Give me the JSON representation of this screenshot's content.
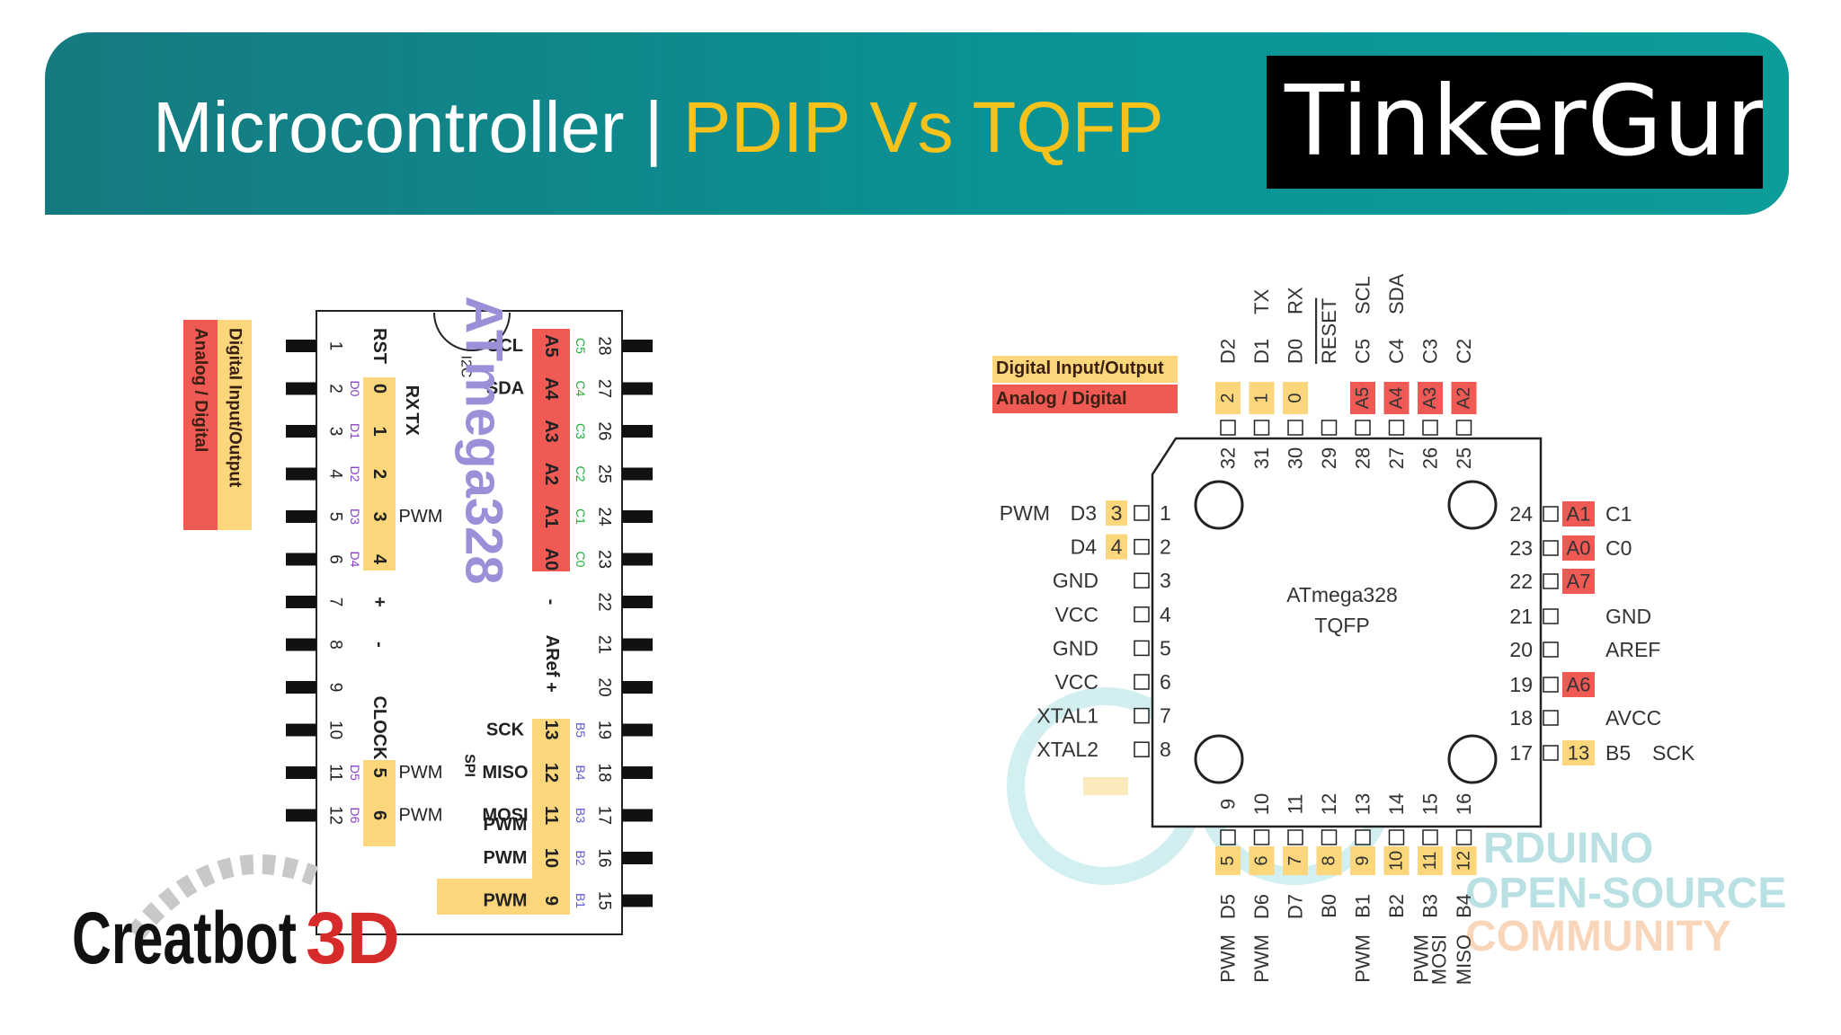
{
  "slide": {
    "title_main": "Microcontroller | ",
    "title_highlight": "PDIP Vs TQFP",
    "brand": "TinkerGuru"
  },
  "colors": {
    "banner_teal": "#0a9496",
    "title_yellow": "#f6c21b",
    "digital_orange": "#fbd67a",
    "analog_red": "#ef5a55",
    "chip_label_purple": "#9b8fd8"
  },
  "pdip": {
    "chip_name": "ATmega328",
    "legend": [
      "Digital Input/Output",
      "Analog / Digital"
    ],
    "left_pins": [
      {
        "num": "1",
        "port": "",
        "fn": "RST",
        "extra": ""
      },
      {
        "num": "2",
        "port": "D0",
        "fn": "0",
        "extra": "RX"
      },
      {
        "num": "3",
        "port": "D1",
        "fn": "1",
        "extra": "TX"
      },
      {
        "num": "4",
        "port": "D2",
        "fn": "2",
        "extra": ""
      },
      {
        "num": "5",
        "port": "D3",
        "fn": "3",
        "extra": "PWM"
      },
      {
        "num": "6",
        "port": "D4",
        "fn": "4",
        "extra": ""
      },
      {
        "num": "7",
        "port": "",
        "fn": "+",
        "extra": ""
      },
      {
        "num": "8",
        "port": "",
        "fn": "-",
        "extra": ""
      },
      {
        "num": "9",
        "port": "",
        "fn": "",
        "extra": ""
      },
      {
        "num": "10",
        "port": "",
        "fn": "",
        "extra": ""
      },
      {
        "num": "11",
        "port": "D5",
        "fn": "5",
        "extra": "PWM"
      },
      {
        "num": "12",
        "port": "D6",
        "fn": "6",
        "extra": "PWM"
      }
    ],
    "clock_label": "CLOCK",
    "right_pins": [
      {
        "num": "28",
        "port": "C5",
        "fn": "A5",
        "extra": "SCL"
      },
      {
        "num": "27",
        "port": "C4",
        "fn": "A4",
        "extra": "SDA"
      },
      {
        "num": "26",
        "port": "C3",
        "fn": "A3",
        "extra": ""
      },
      {
        "num": "25",
        "port": "C2",
        "fn": "A2",
        "extra": ""
      },
      {
        "num": "24",
        "port": "C1",
        "fn": "A1",
        "extra": ""
      },
      {
        "num": "23",
        "port": "C0",
        "fn": "A0",
        "extra": ""
      },
      {
        "num": "22",
        "port": "",
        "fn": "-",
        "extra": ""
      },
      {
        "num": "21",
        "port": "",
        "fn": "",
        "extra": ""
      },
      {
        "num": "20",
        "port": "",
        "fn": "+",
        "extra": ""
      },
      {
        "num": "19",
        "port": "B5",
        "fn": "13",
        "extra": "SCK"
      },
      {
        "num": "18",
        "port": "B4",
        "fn": "12",
        "extra": "MISO"
      },
      {
        "num": "17",
        "port": "B3",
        "fn": "11",
        "extra": "MOSI"
      },
      {
        "num": "16",
        "port": "B2",
        "fn": "10",
        "extra": "PWM"
      },
      {
        "num": "15",
        "port": "B1",
        "fn": "9",
        "extra": "PWM"
      }
    ],
    "aref_label": "ARef",
    "i2c_label": "I2C",
    "spi_label": "SPI",
    "mosi_pwm_label": "PWM",
    "creator_logo": "Creatbot3D"
  },
  "tqfp": {
    "chip_name": "ATmega328",
    "package": "TQFP",
    "legend": [
      "Digital Input/Output",
      "Analog / Digital"
    ],
    "left_pins": [
      {
        "num": "1",
        "name": "D3",
        "tag": "3",
        "extra": "PWM"
      },
      {
        "num": "2",
        "name": "D4",
        "tag": "4",
        "extra": ""
      },
      {
        "num": "3",
        "name": "GND",
        "tag": "",
        "extra": ""
      },
      {
        "num": "4",
        "name": "VCC",
        "tag": "",
        "extra": ""
      },
      {
        "num": "5",
        "name": "GND",
        "tag": "",
        "extra": ""
      },
      {
        "num": "6",
        "name": "VCC",
        "tag": "",
        "extra": ""
      },
      {
        "num": "7",
        "name": "XTAL1",
        "tag": "",
        "extra": ""
      },
      {
        "num": "8",
        "name": "XTAL2",
        "tag": "",
        "extra": ""
      }
    ],
    "right_pins": [
      {
        "num": "24",
        "tag": "A1",
        "name": "C1",
        "extra": ""
      },
      {
        "num": "23",
        "tag": "A0",
        "name": "C0",
        "extra": ""
      },
      {
        "num": "22",
        "tag": "A7",
        "name": "",
        "extra": ""
      },
      {
        "num": "21",
        "tag": "",
        "name": "GND",
        "extra": ""
      },
      {
        "num": "20",
        "tag": "",
        "name": "AREF",
        "extra": ""
      },
      {
        "num": "19",
        "tag": "A6",
        "name": "",
        "extra": ""
      },
      {
        "num": "18",
        "tag": "",
        "name": "AVCC",
        "extra": ""
      },
      {
        "num": "17",
        "tag": "13",
        "name": "B5",
        "extra": "SCK"
      }
    ],
    "top_pins": [
      {
        "num": "32",
        "tag": "2",
        "name": "D2",
        "extra": ""
      },
      {
        "num": "31",
        "tag": "1",
        "name": "D1",
        "extra": "TX"
      },
      {
        "num": "30",
        "tag": "0",
        "name": "D0",
        "extra": "RX"
      },
      {
        "num": "29",
        "tag": "",
        "name": "",
        "extra": "RESET"
      },
      {
        "num": "28",
        "tag": "A5",
        "name": "C5",
        "extra": "SCL"
      },
      {
        "num": "27",
        "tag": "A4",
        "name": "C4",
        "extra": "SDA"
      },
      {
        "num": "26",
        "tag": "A3",
        "name": "C3",
        "extra": ""
      },
      {
        "num": "25",
        "tag": "A2",
        "name": "C2",
        "extra": ""
      }
    ],
    "bottom_pins": [
      {
        "num": "9",
        "tag": "5",
        "name": "D5",
        "extra": "PWM"
      },
      {
        "num": "10",
        "tag": "6",
        "name": "D6",
        "extra": "PWM"
      },
      {
        "num": "11",
        "tag": "7",
        "name": "D7",
        "extra": ""
      },
      {
        "num": "12",
        "tag": "8",
        "name": "B0",
        "extra": ""
      },
      {
        "num": "13",
        "tag": "9",
        "name": "B1",
        "extra": "PWM"
      },
      {
        "num": "14",
        "tag": "10",
        "name": "B2",
        "extra": ""
      },
      {
        "num": "15",
        "tag": "11",
        "name": "B3",
        "extra": "PWM MOSI"
      },
      {
        "num": "16",
        "tag": "12",
        "name": "B4",
        "extra": "MISO"
      }
    ],
    "watermark": [
      "RDUINO",
      "OPEN-SOURCE",
      "COMMUNITY"
    ]
  }
}
